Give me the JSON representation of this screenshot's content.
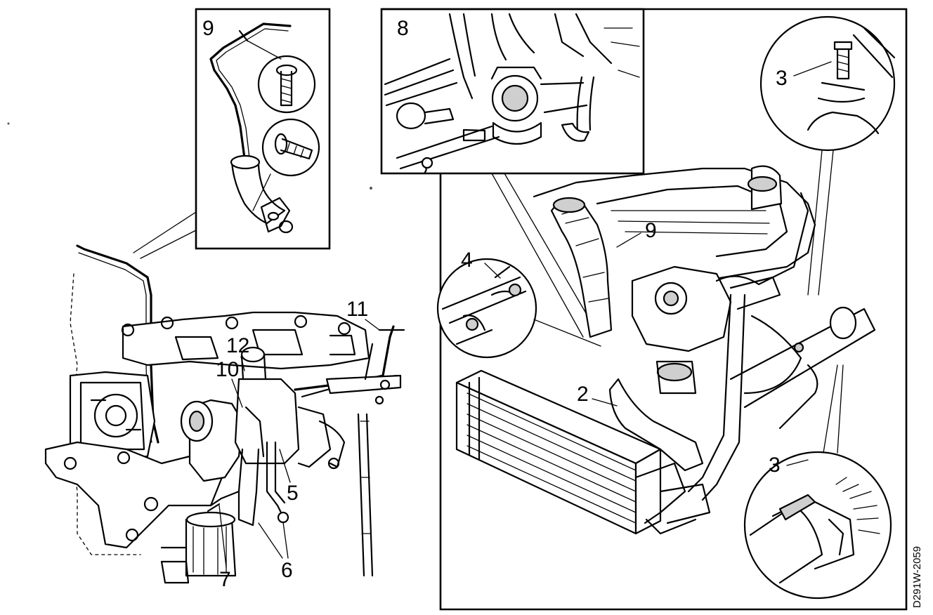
{
  "callouts": {
    "c2": "2",
    "c3a": "3",
    "c3b": "3",
    "c4": "4",
    "c5": "5",
    "c6": "6",
    "c7": "7",
    "c8": "8",
    "c9_inset": "9",
    "c9_main": "9",
    "c10": "10",
    "c11": "11",
    "c12": "12"
  },
  "figure_code": "D291W-2059"
}
